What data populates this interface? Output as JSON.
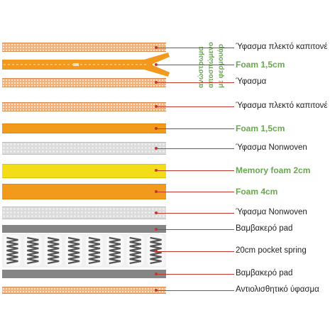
{
  "side_note": [
    "ανώστρωμα",
    "αποσπώμενο",
    "με φερμουάρ"
  ],
  "layers": [
    {
      "id": "top-fabric",
      "label": "Ύφασμα πλεκτό καπιτονέ",
      "style": "normal"
    },
    {
      "id": "top-foam",
      "label": "Foam 1,5cm",
      "style": "green"
    },
    {
      "id": "topper-fabric",
      "label": "Ύφασμα",
      "style": "normal"
    },
    {
      "id": "knit-fabric",
      "label": "Ύφασμα πλεκτό καπιτονέ",
      "style": "normal"
    },
    {
      "id": "foam-15",
      "label": "Foam 1,5cm",
      "style": "green"
    },
    {
      "id": "nonwoven-1",
      "label": "Ύφασμα Nonwoven",
      "style": "normal"
    },
    {
      "id": "memory-foam",
      "label": "Memory foam 2cm",
      "style": "green"
    },
    {
      "id": "foam-4",
      "label": "Foam 4cm",
      "style": "green"
    },
    {
      "id": "nonwoven-2",
      "label": "Ύφασμα Nonwoven",
      "style": "normal"
    },
    {
      "id": "cotton-pad-1",
      "label": "Βαμβακερό pad",
      "style": "normal"
    },
    {
      "id": "pocket-spring",
      "label": "20cm pocket spring",
      "style": "normal"
    },
    {
      "id": "cotton-pad-2",
      "label": "Βαμβακερό pad",
      "style": "normal"
    },
    {
      "id": "antislip",
      "label": "Αντιολισθητικό ύφασμα",
      "style": "normal"
    }
  ],
  "colors": {
    "knit_fabric": "#f2b27c",
    "foam": "#f29a1c",
    "memory_foam": "#f3dc18",
    "nonwoven": "#dcdcdc",
    "cotton_pad": "#858585",
    "leader": "#c0392b",
    "green_text": "#6aa84f"
  }
}
